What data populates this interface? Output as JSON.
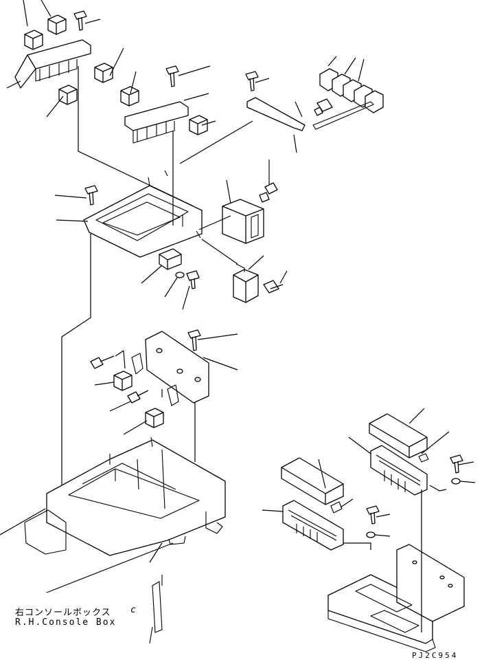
{
  "caption": {
    "jp": "右コンソールボックス",
    "en": "R.H.Console Box",
    "mark": "c"
  },
  "drawing_code": "PJ2C954"
}
